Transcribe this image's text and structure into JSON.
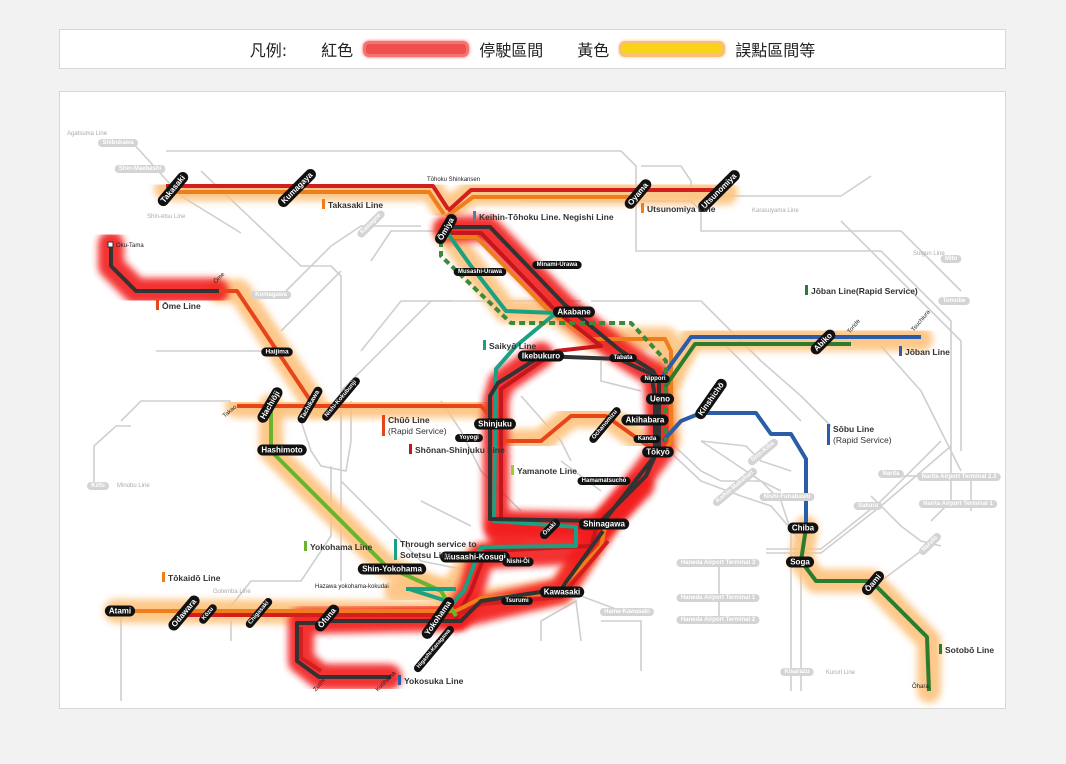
{
  "legend": {
    "title": "凡例:",
    "red_label": "紅色",
    "red_meaning": "停駛區間",
    "yellow_label": "黃色",
    "yellow_meaning": "誤點區間等"
  },
  "colors": {
    "suspended_glow": "#f21d1d",
    "delay_glow": "#fdc27e",
    "orange": "#ee7d1a",
    "red": "#d21e1e",
    "dark": "#333333",
    "teal": "#1aa082",
    "green": "#2a7d2e",
    "yokohama_green": "#6ab42d",
    "blue": "#2a5ca8",
    "chuo": "#e8441a"
  },
  "stations": {
    "takasaki": "Takasaki",
    "kumagaya": "Kumagaya",
    "omiya": "Ōmiya",
    "oyama": "Oyama",
    "utsunomiya": "Utsunomiya",
    "minami_urawa": "Minami-Urawa",
    "musashi_urawa": "Musashi-Urawa",
    "akabane": "Akabane",
    "ikebukuro": "Ikebukuro",
    "tabata": "Tabata",
    "nippori": "Nippori",
    "ueno": "Ueno",
    "akihabara": "Akihabara",
    "ochanomizu": "Ochanomizu",
    "kanda": "Kanda",
    "tokyo": "Tōkyō",
    "kinshicho": "Kinshichō",
    "abiko": "Abiko",
    "shinjuku": "Shinjuku",
    "yoyogi": "Yoyogi",
    "hamamatsucho": "Hamamatsuchō",
    "shinagawa": "Shinagawa",
    "osaki": "Ōsaki",
    "musashi_kosugi": "Musashi-Kosugi",
    "nishi_oi": "Nishi-Ōi",
    "shin_yokohama": "Shin-Yokohama",
    "kawasaki": "Kawasaki",
    "tsurumi": "Tsurumi",
    "yokohama": "Yokohama",
    "higashi_kanagawa": "Higashi-Kanagawa",
    "ofuna": "Ōfuna",
    "atami": "Atami",
    "odawara": "Odawara",
    "kozu": "Kōzu",
    "chigasaki": "Chigasaki",
    "hachioji": "Hachiōji",
    "tachikawa": "Tachikawa",
    "nishi_kokubunji": "Nishi-Kokubunji",
    "hajima": "Haijima",
    "hashimoto": "Hashimoto",
    "chiba": "Chiba",
    "soga": "Soga",
    "oami": "Ōami"
  },
  "small_stations": {
    "oku_tama": "Oku-Tama",
    "ome": "Ōme",
    "takao": "Takao",
    "toride": "Toride",
    "tsuchiura": "Tsuchiura",
    "ohara": "Ōhara",
    "zushi": "Zushi",
    "kurihama": "Kurihama",
    "hazawa": "Hazawa yokohama-kokudai",
    "tohoku_shinkansen": "Tōhoku Shinkansen"
  },
  "gray_stations": {
    "shibukawa": "Shibukawa",
    "shin_maebashi": "Shin-Maebashi",
    "kawagoe": "Kawagoe",
    "komagawa": "Komagawa",
    "mito": "Mito",
    "tomobe": "Tomobe",
    "narita": "Narita",
    "narita_t23": "Narita Airport Terminal 2.3",
    "narita_t1": "Narita Airport Terminal 1",
    "sakura": "Sakura",
    "haneda_t3": "Haneda Airport Terminal 3",
    "haneda_t1": "Haneda Airport Terminal 1",
    "haneda_t2": "Haneda Airport Terminal 2",
    "kisarazu": "Kisarazu",
    "hama_kawasaki": "Hama-Kawasaki",
    "kofu": "Kōfu",
    "kaihin_makuhari": "Kaihin-Makuhari",
    "shin_kiba": "Shin-Kiba",
    "nishi_funabashi": "Nishi-Funabashi",
    "noda": "Naruto"
  },
  "gray_labels": {
    "agatsuma": "Agatsuma Line",
    "shinetsu": "Shin-etsu Line",
    "karasuyama": "Karasuyama Line",
    "suigun": "Suigun Line",
    "minobu": "Minobu Line",
    "gotemba": "Gotemba Line",
    "kururi": "Kururi Line"
  },
  "line_labels": {
    "takasaki": "Takasaki Line",
    "keihin": "Keihin-Tōhoku Line. Negishi Line",
    "utsunomiya": "Utsunomiya Line",
    "ome": "Ōme Line",
    "saikyo": "Saikyō Line",
    "joban_rapid": "Jōban Line(Rapid Service)",
    "joban": "Jōban Line",
    "chuo_1": "Chūō Line",
    "chuo_2": "(Rapid Service)",
    "shonan": "Shōnan-Shinjuku Line",
    "yamanote": "Yamanote Line",
    "sobu_1": "Sōbu Line",
    "sobu_2": "(Rapid Service)",
    "yokohama": "Yokohama Line",
    "sotetsu_1": "Through service to",
    "sotetsu_2": "Sotetsu Line",
    "tokaido": "Tōkaidō Line",
    "yokosuka": "Yokosuka Line",
    "sotobo": "Sotobō Line"
  }
}
